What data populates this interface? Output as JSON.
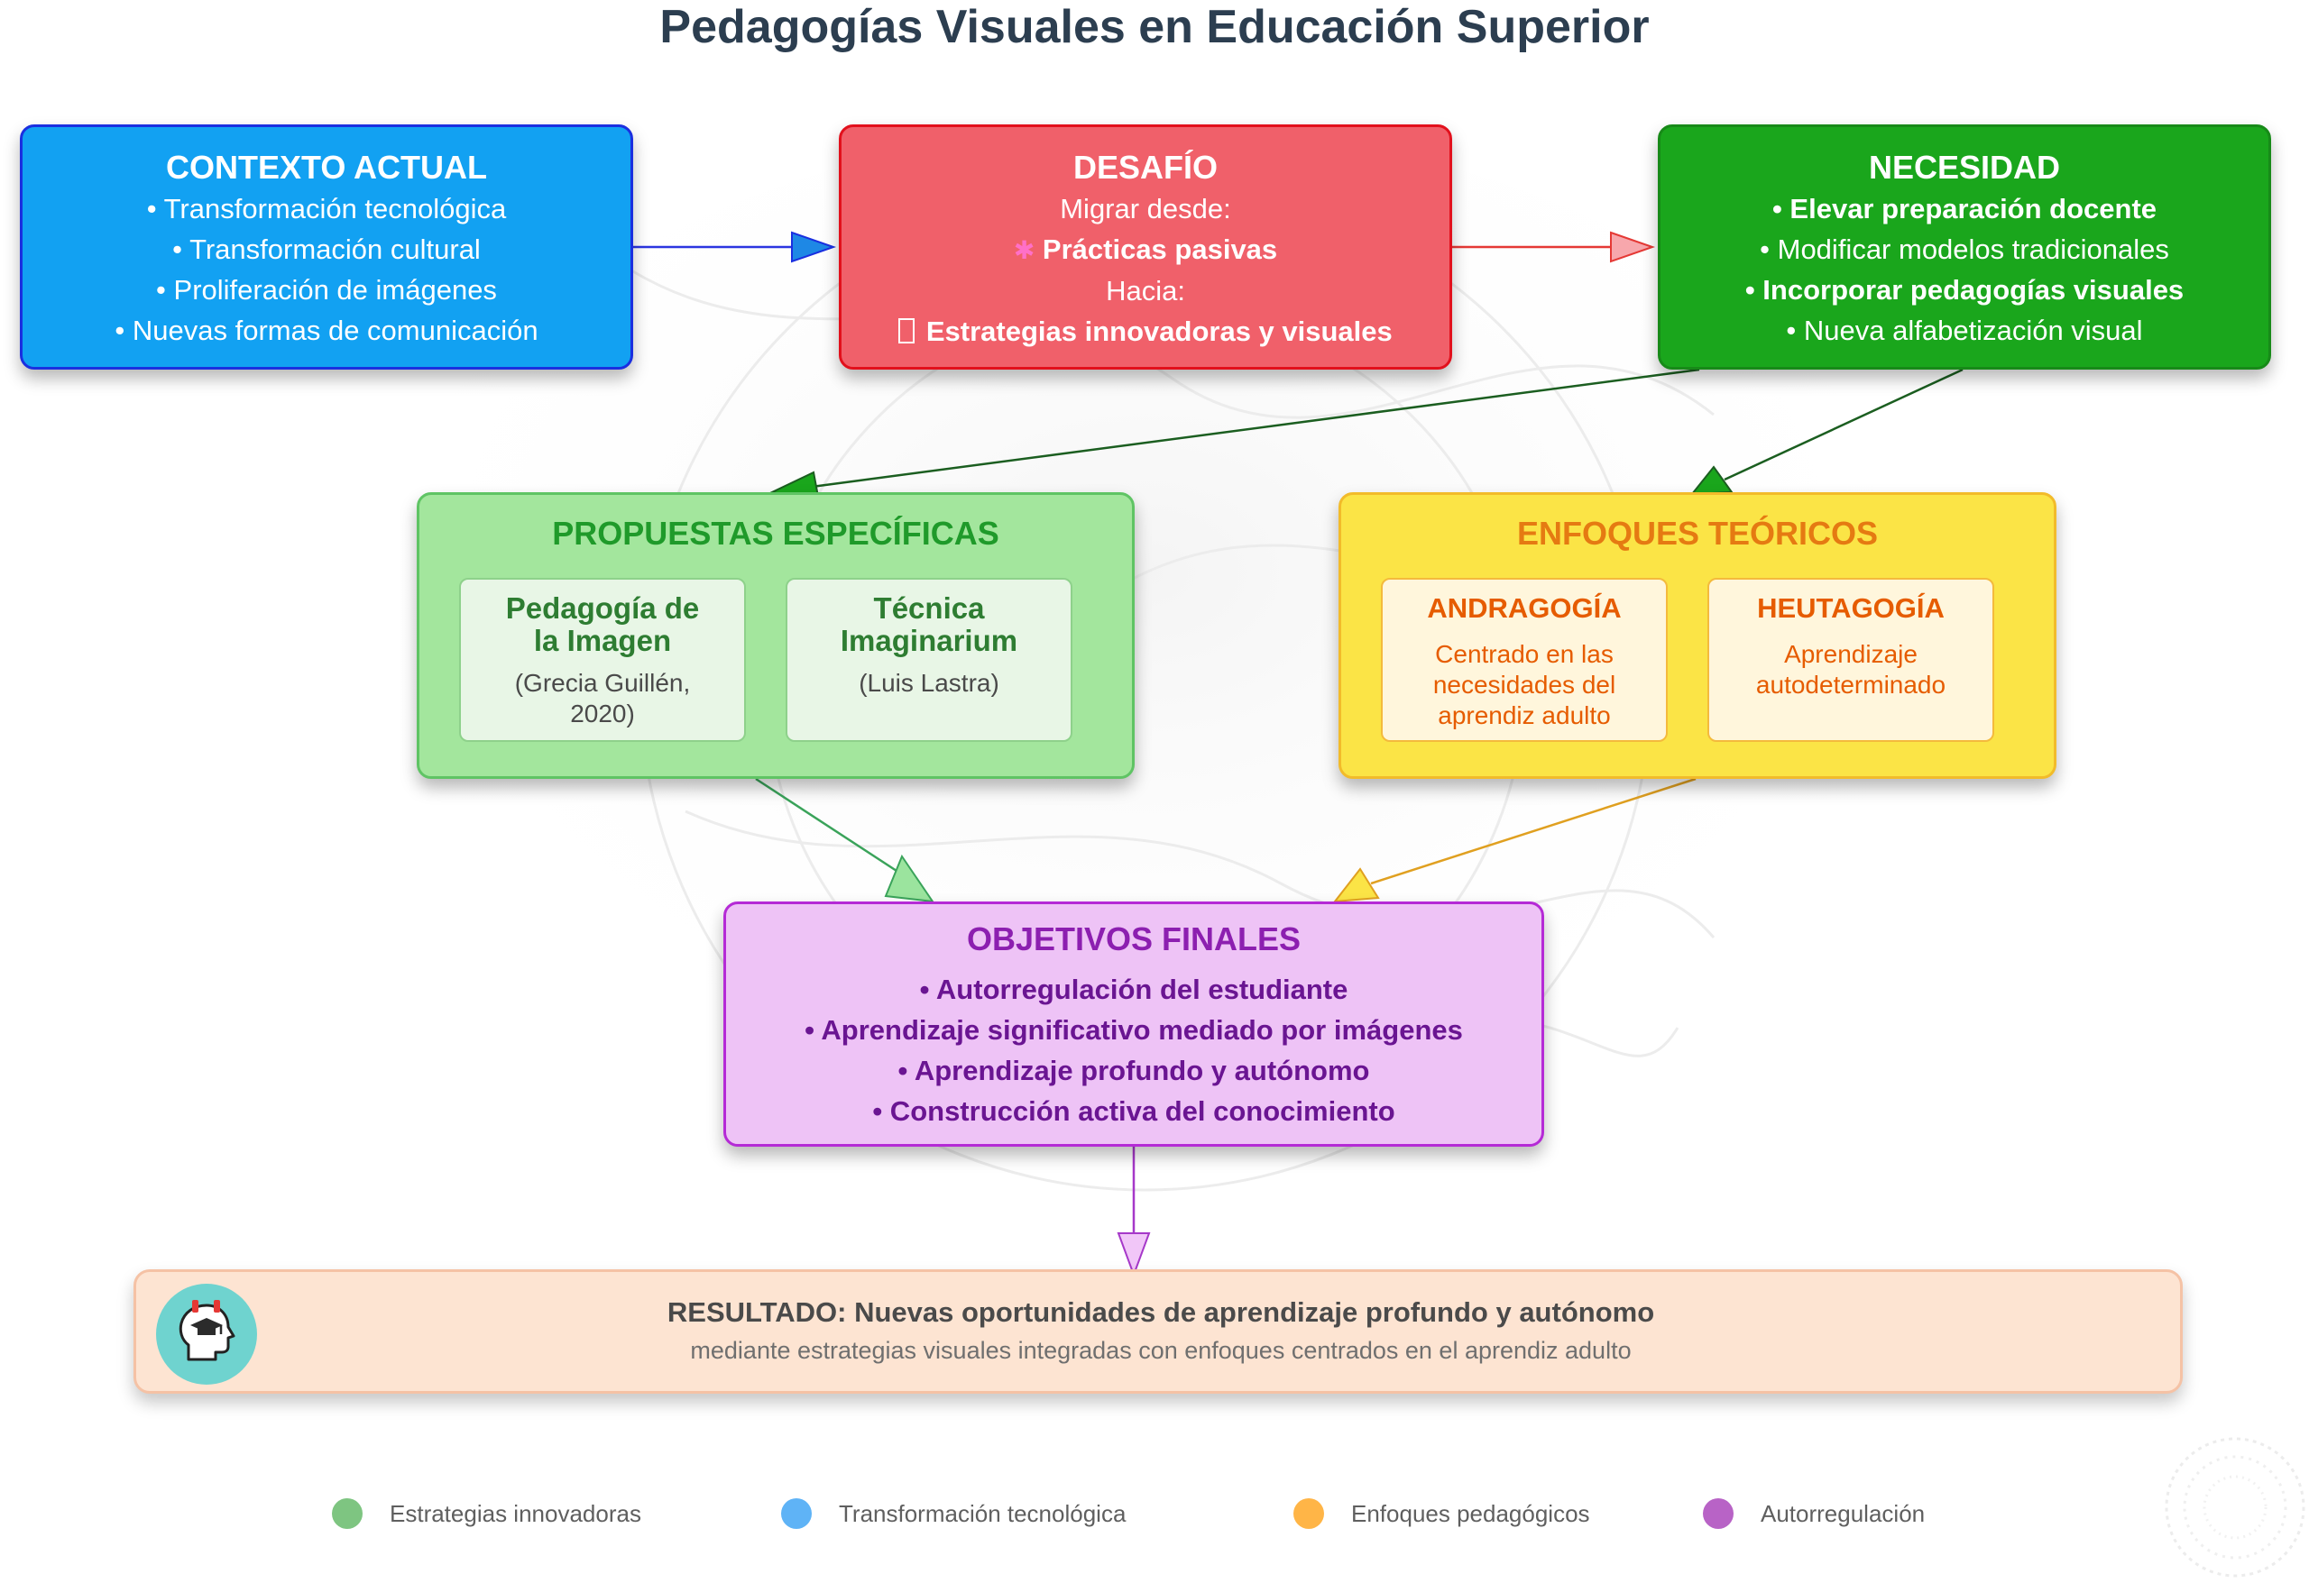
{
  "title": "Pedagogías Visuales en Educación Superior",
  "contexto": {
    "heading": "CONTEXTO ACTUAL",
    "items": [
      "• Transformación tecnológica",
      "• Transformación cultural",
      "• Proliferación de imágenes",
      "• Nuevas formas de comunicación"
    ]
  },
  "desafio": {
    "heading": "DESAFÍO",
    "from_label": "Migrar desde:",
    "from_value": "Prácticas pasivas",
    "to_label": "Hacia:",
    "to_value": "Estrategias innovadoras y visuales"
  },
  "necesidad": {
    "heading": "NECESIDAD",
    "items": [
      "• Elevar preparación docente",
      "• Modificar modelos tradicionales",
      "• Incorporar pedagogías visuales",
      "• Nueva alfabetización visual"
    ]
  },
  "propuestas": {
    "heading": "PROPUESTAS ESPECÍFICAS",
    "cards": [
      {
        "title_line1": "Pedagogía de",
        "title_line2": "la Imagen",
        "body_line1": "(Grecia Guillén,",
        "body_line2": "2020)"
      },
      {
        "title_line1": "Técnica",
        "title_line2": "Imaginarium",
        "body_line1": "(Luis Lastra)",
        "body_line2": ""
      }
    ]
  },
  "enfoques": {
    "heading": "ENFOQUES TEÓRICOS",
    "cards": [
      {
        "title": "ANDRAGOGÍA",
        "body_line1": "Centrado en las",
        "body_line2": "necesidades del",
        "body_line3": "aprendiz adulto"
      },
      {
        "title": "HEUTAGOGÍA",
        "body_line1": "Aprendizaje",
        "body_line2": "autodeterminado",
        "body_line3": ""
      }
    ]
  },
  "objetivos": {
    "heading": "OBJETIVOS FINALES",
    "items": [
      "• Autorregulación del estudiante",
      "• Aprendizaje significativo mediado por imágenes",
      "• Aprendizaje profundo y autónomo",
      "• Construcción activa del conocimiento"
    ]
  },
  "resultado": {
    "main": "RESULTADO: Nuevas oportunidades de aprendizaje profundo y autónomo",
    "sub": "mediante estrategias visuales integradas con enfoques centrados en el aprendiz adulto",
    "icon": "head-graduation-cap-icon"
  },
  "legend": [
    {
      "label": "Estrategias innovadoras",
      "color": "#4caf50"
    },
    {
      "label": "Transformación tecnológica",
      "color": "#2196f3"
    },
    {
      "label": "Enfoques pedagógicos",
      "color": "#ff9800"
    },
    {
      "label": "Autorregulación",
      "color": "#9c27b0"
    }
  ],
  "colors": {
    "contexto": "#12a1f2",
    "desafio": "#f0606a",
    "necesidad": "#1aa61c",
    "propuestas": "#a3e69d",
    "enfoques": "#fbe446",
    "objetivos": "#eec3f6",
    "resultado": "#fde4d2"
  }
}
